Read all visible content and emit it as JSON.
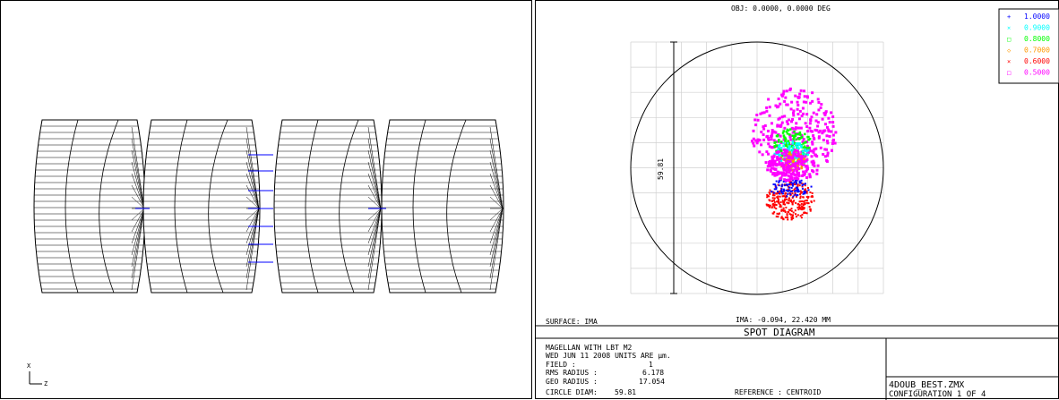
{
  "layout": {
    "axis": {
      "x_label": "X",
      "z_label": "Z"
    }
  },
  "spot": {
    "obj_label": "OBJ: 0.0000, 0.0000 DEG",
    "scale_label": "59.81",
    "ima_label": "IMA: -0.094, 22.420 MM",
    "surface_label": "SURFACE: IMA",
    "diagram_title": "SPOT DIAGRAM",
    "legend": [
      {
        "label": "1.0000",
        "color": "#0000ff",
        "marker": "+"
      },
      {
        "label": "0.9000",
        "color": "#00ffff",
        "marker": "×"
      },
      {
        "label": "0.8000",
        "color": "#00ff00",
        "marker": "□"
      },
      {
        "label": "0.7000",
        "color": "#ff9900",
        "marker": "◇"
      },
      {
        "label": "0.6000",
        "color": "#ff0000",
        "marker": "×"
      },
      {
        "label": "0.5000",
        "color": "#ff00ff",
        "marker": "□"
      }
    ],
    "info": {
      "line1": "MAGELLAN WITH LBT M2",
      "line2": "WED JUN 11 2008  UNITS ARE µm.",
      "field_label": "FIELD       :",
      "field_value": "1",
      "rms_label": "RMS RADIUS  :",
      "rms_value": "6.178",
      "geo_label": "GEO RADIUS  :",
      "geo_value": "17.054",
      "circle_label": "CIRCLE DIAM:",
      "circle_value": "59.81",
      "reference": "REFERENCE  : CENTROID"
    },
    "file_box": {
      "filename": "4DOUB_BEST.ZMX",
      "configuration": "CONFIGURATION 1 OF 4"
    }
  }
}
